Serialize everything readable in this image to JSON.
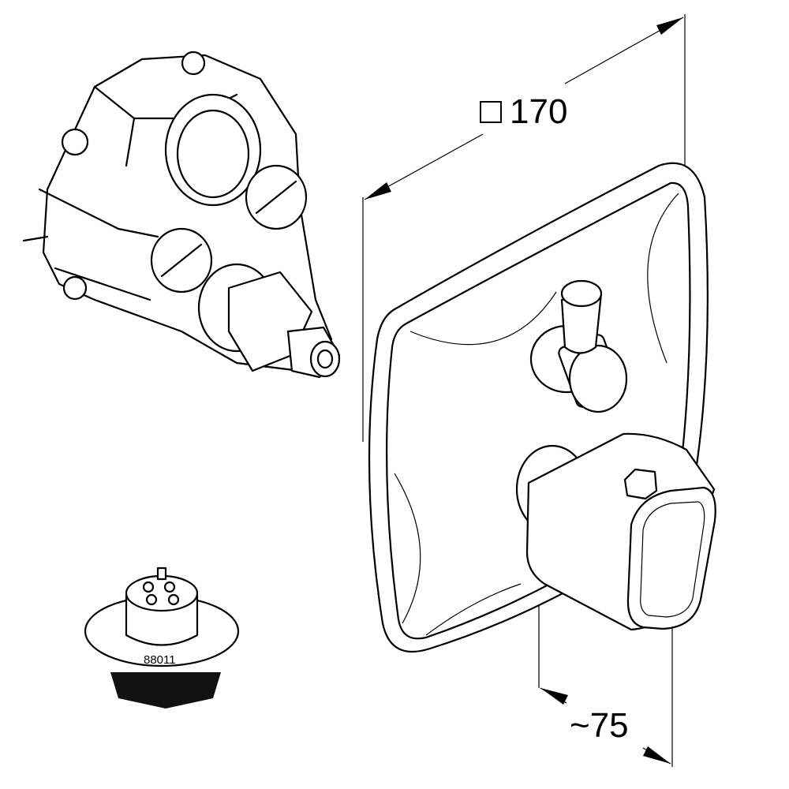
{
  "dimensions": {
    "width_label": "170",
    "width_symbol": "square-icon",
    "depth_label": "~75"
  },
  "parts": {
    "cartridge_number": "88011"
  }
}
